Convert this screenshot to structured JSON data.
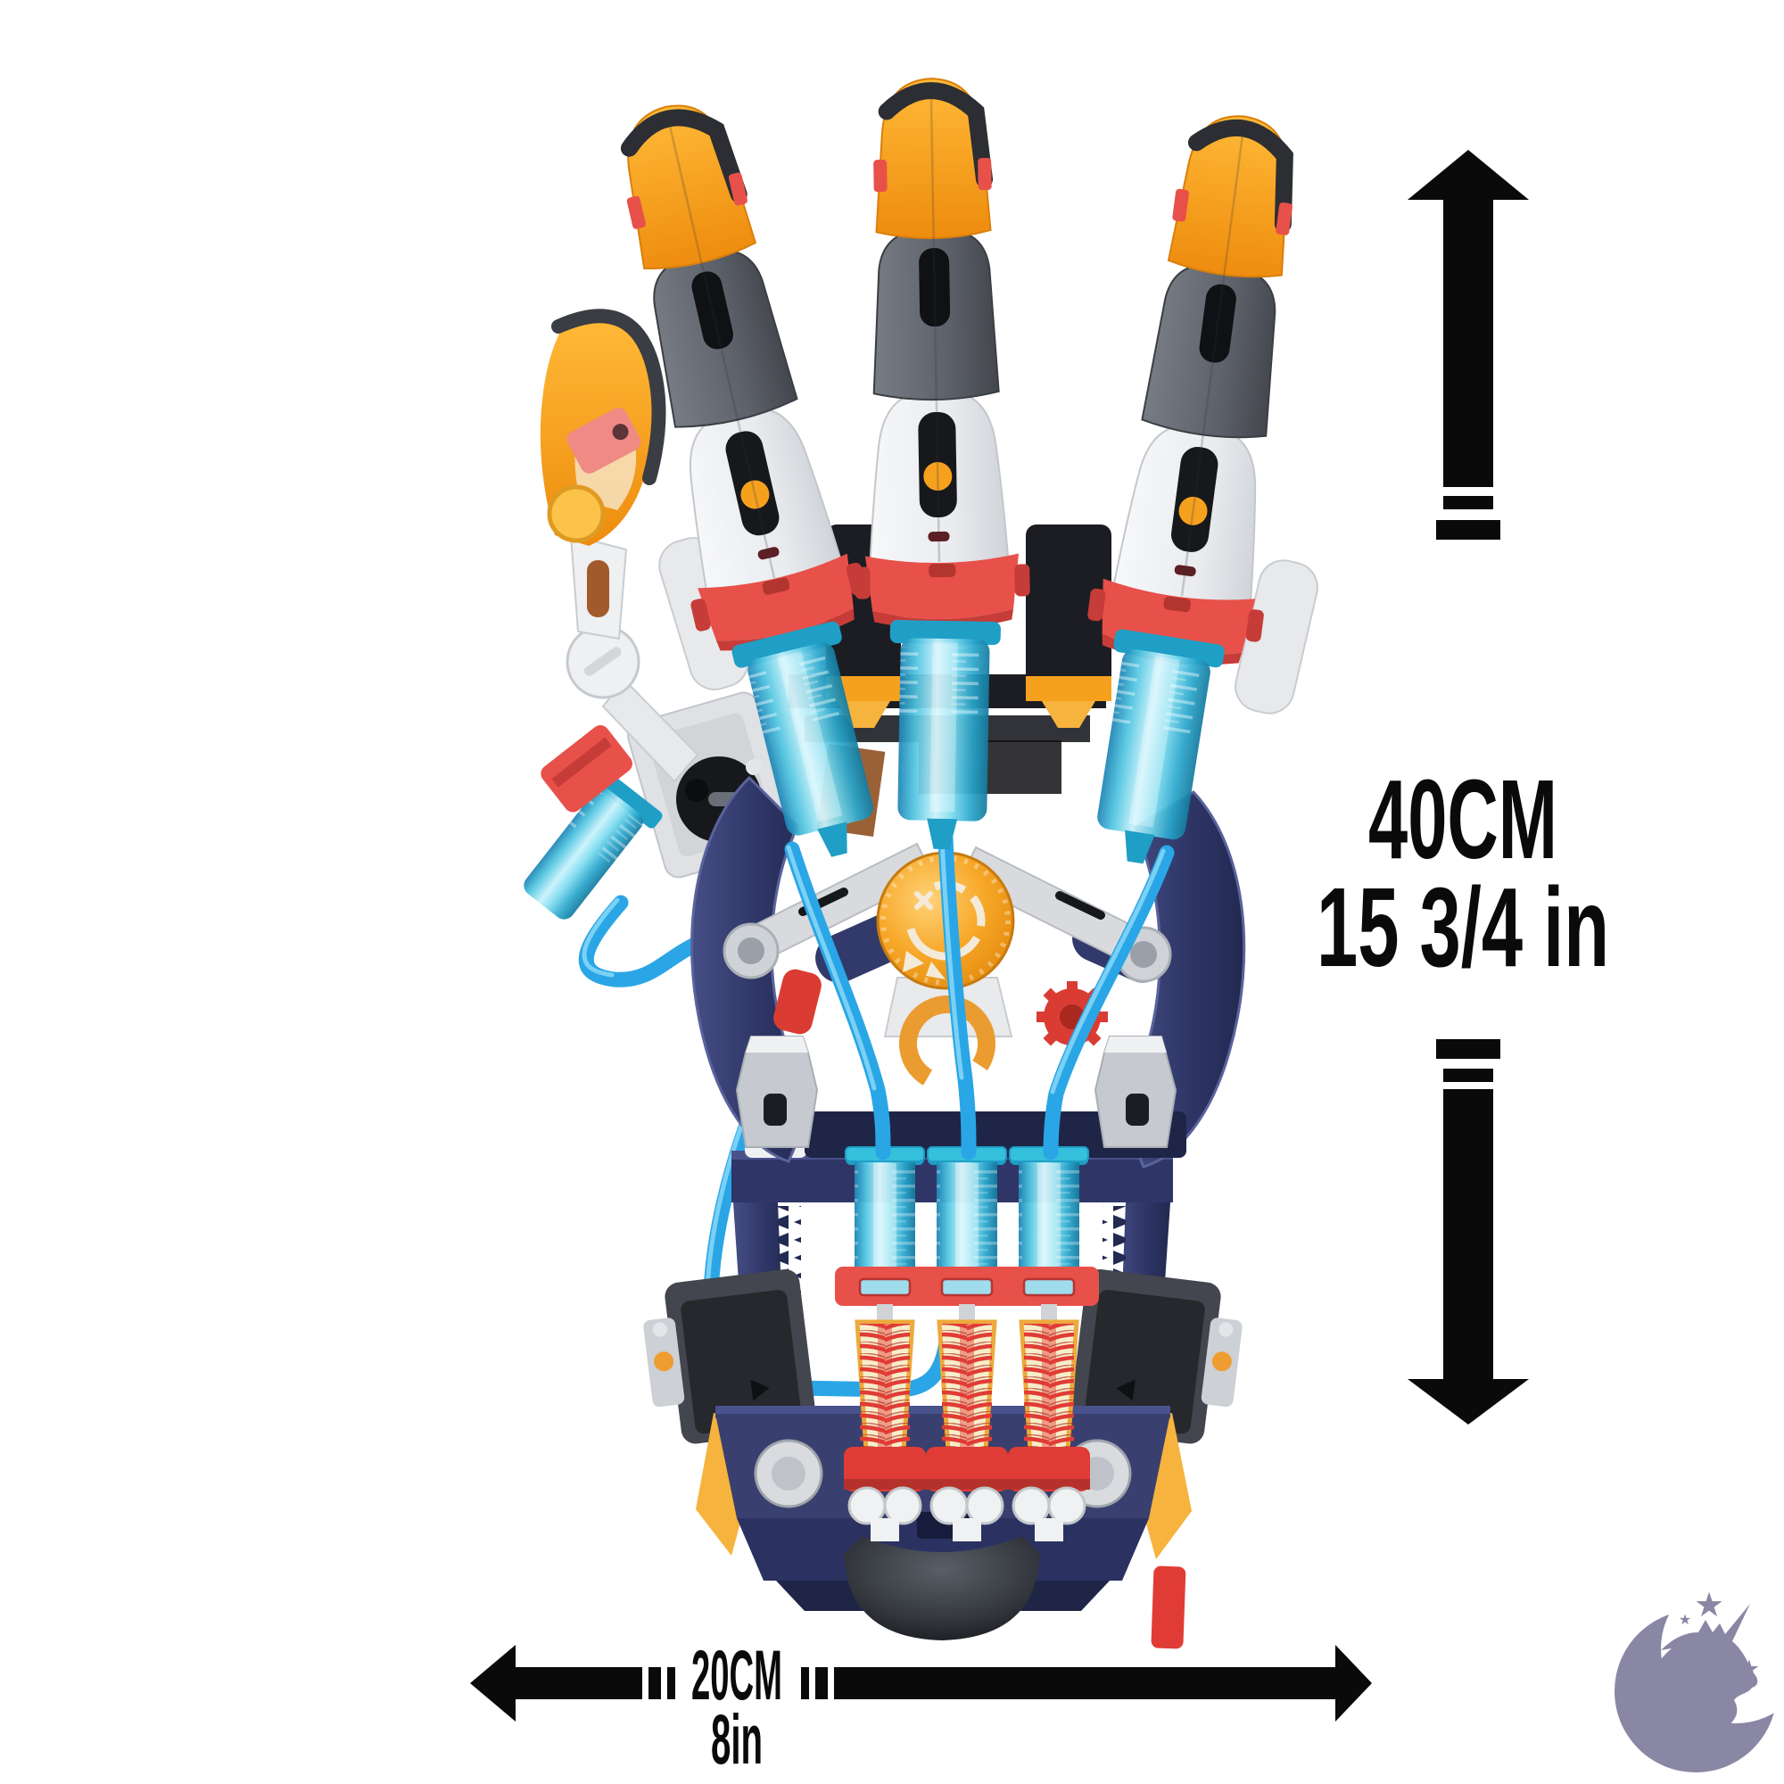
{
  "page": {
    "background": "#ffffff"
  },
  "product_illustration": {
    "name": "hydraulic-cyborg-hand",
    "visible_parts": [
      "index-finger",
      "middle-finger",
      "ring-finger",
      "folded-thumb",
      "orange-fingertips",
      "knuckle-collars",
      "knuckle-syringes",
      "palm-rotation-dial",
      "orange-o-ring",
      "red-gear",
      "blue-hydraulic-tubes",
      "forearm-syringes",
      "red-piston-springs",
      "roller-clamps",
      "gear-racks",
      "wrist-manifold",
      "base-plate",
      "dome-foot",
      "yellow-wedges",
      "side-clamp-blocks"
    ]
  },
  "colors": {
    "background": "#ffffff",
    "annotation_black": "#0a0a0a",
    "logo_purple": "#8a87a4",
    "orange": "#f6a11e",
    "orange_deep": "#ef8d0e",
    "yellow": "#f6b33d",
    "red": "#e8504a",
    "red_bright": "#e03c35",
    "navy": "#2f3667",
    "navy_dark": "#232a52",
    "teal": "#35c0dc",
    "teal_deep": "#1f9ec6",
    "tube_blue": "#2aa6e6",
    "silver": "#d9dbdf",
    "steel_gray": "#5d6169",
    "black_part": "#1b1d22",
    "white_part": "#eef0f2"
  },
  "dimensions": {
    "height": {
      "cm": "40CM",
      "inches": "15 3/4 in",
      "arrow_icon": "vertical-double-arrow"
    },
    "width": {
      "cm": "20CM",
      "inches": "8in",
      "arrow_icon": "horizontal-double-arrow"
    }
  },
  "watermark": {
    "icon": "unicorn-crescent-logo",
    "star_glyph": "★"
  }
}
